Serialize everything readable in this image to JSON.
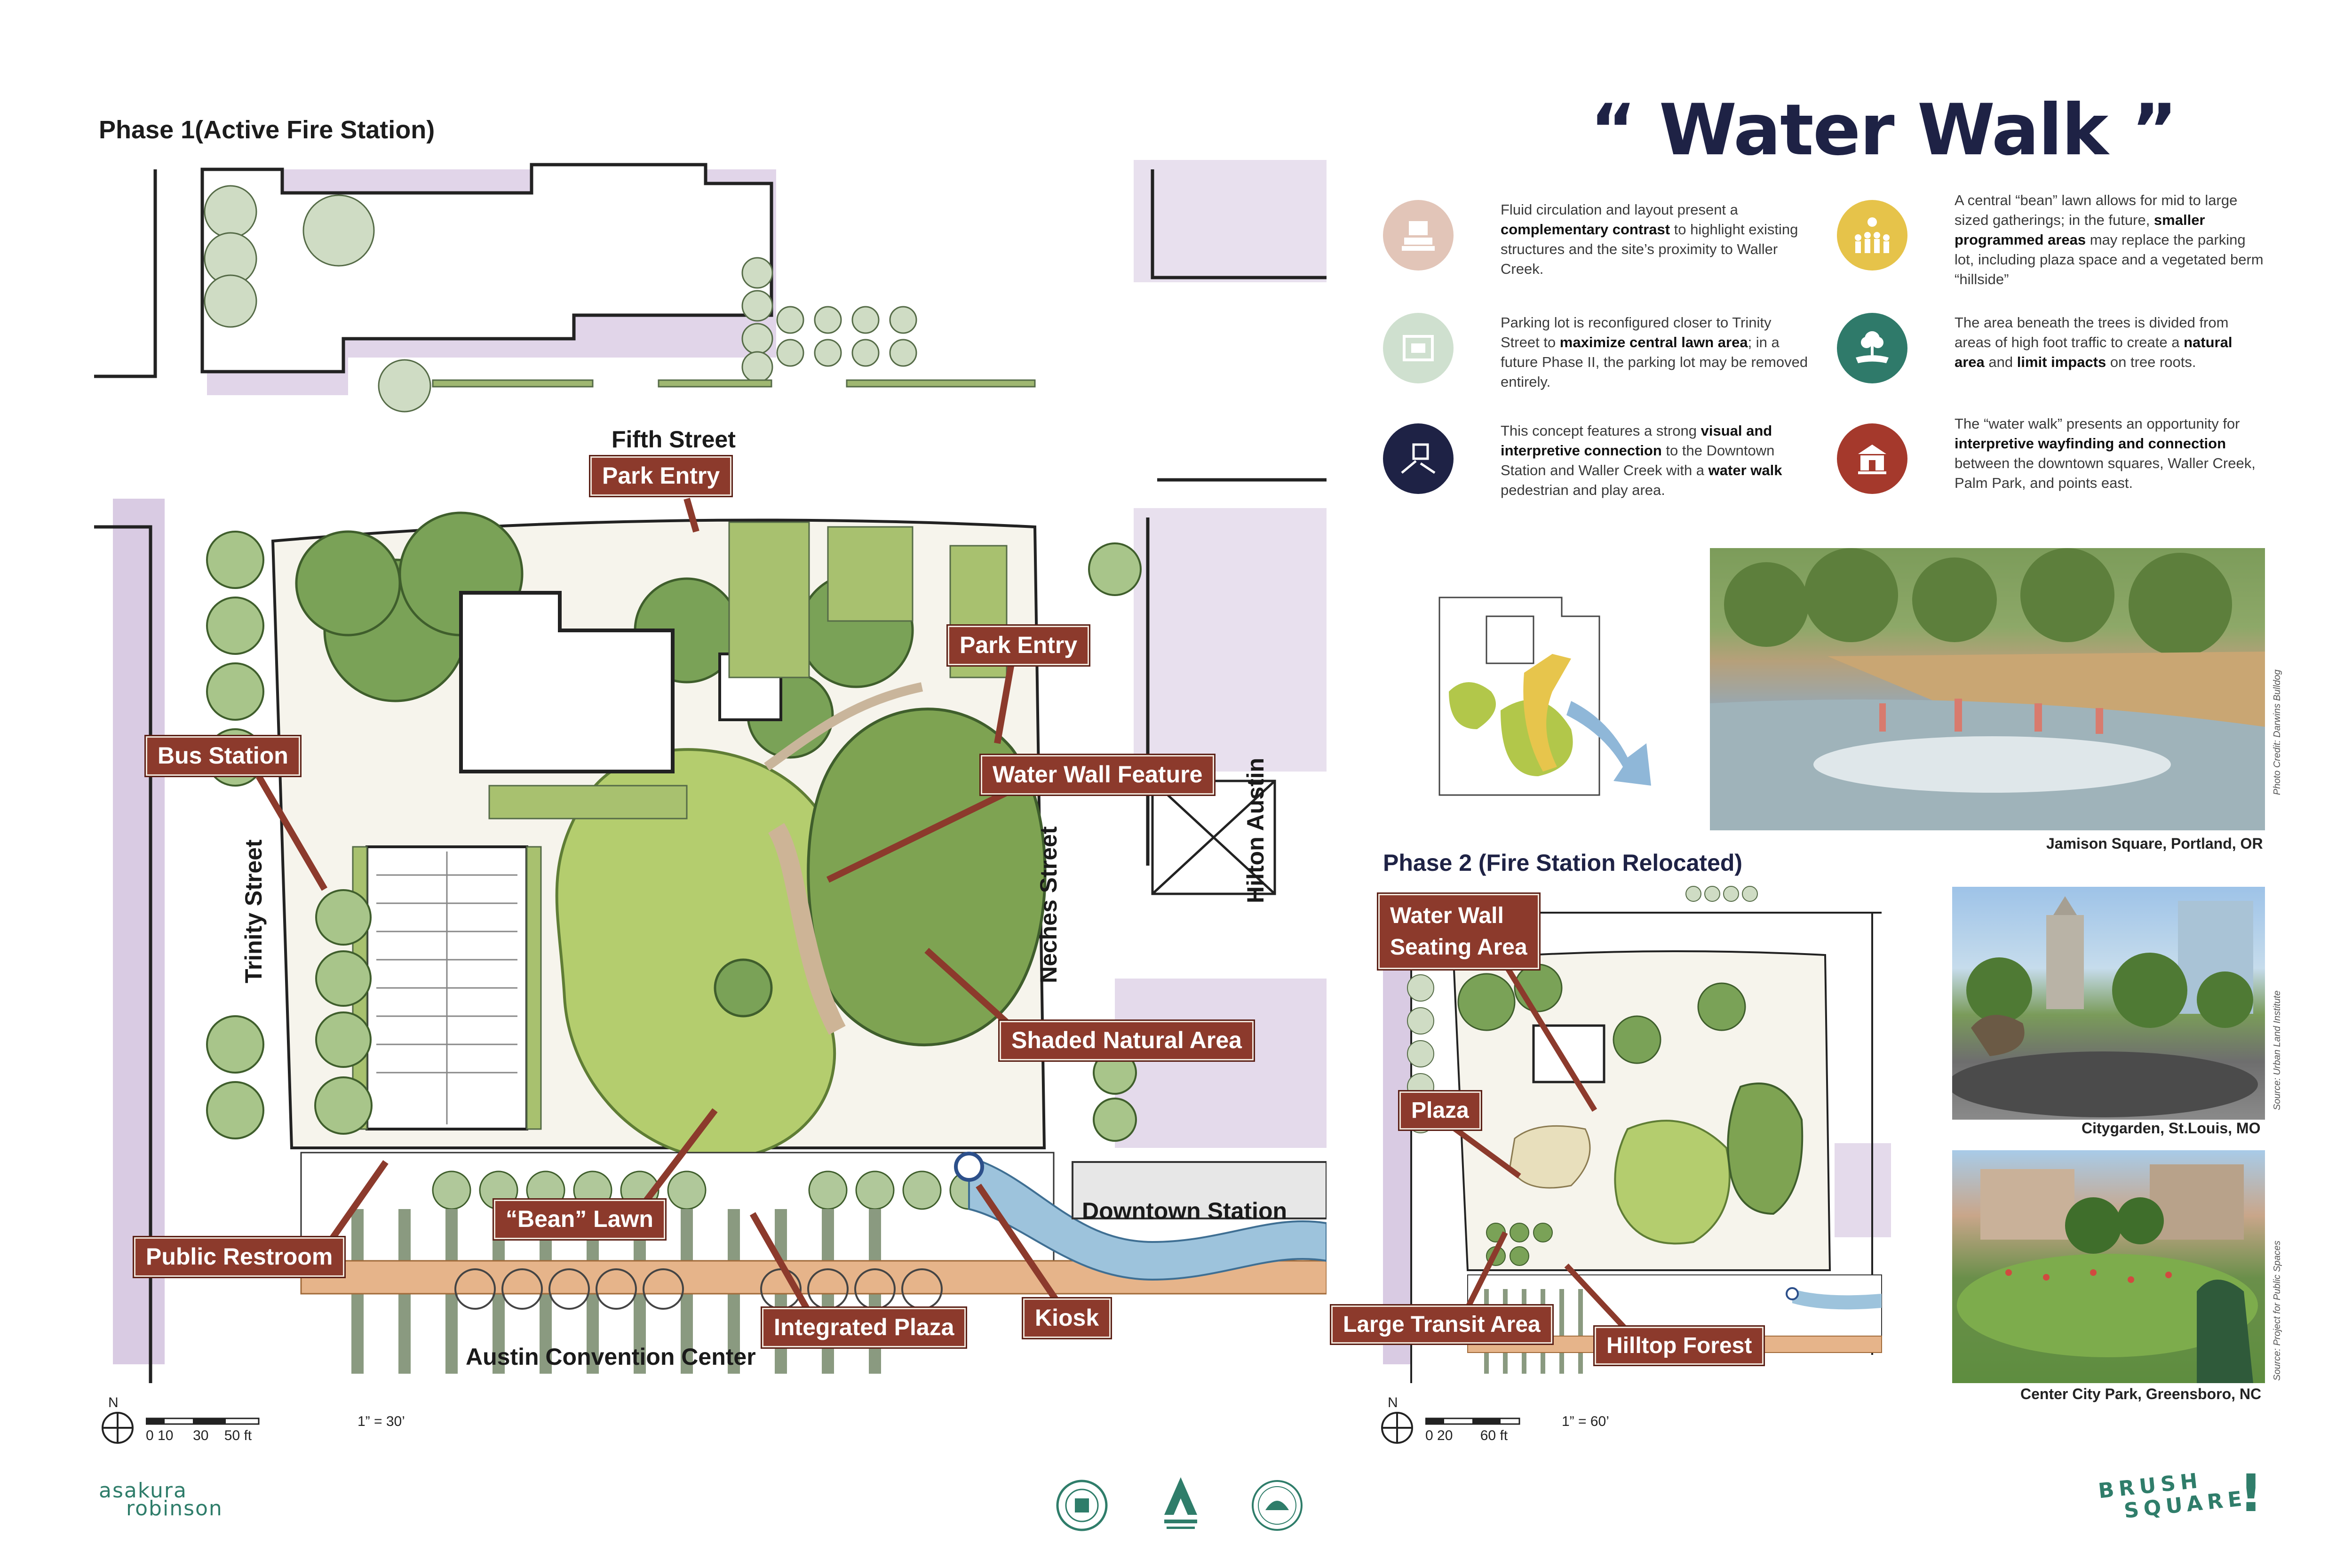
{
  "title": "“ Water Walk ”",
  "phase1": {
    "title": "Phase 1(Active Fire Station)",
    "streets": {
      "fifth": "Fifth Street",
      "trinity": "Trinity Street",
      "neches": "Neches Street",
      "hilton": "Hilton Austin",
      "convention": "Austin Convention Center"
    },
    "labels": {
      "park_entry_top": "Park Entry",
      "park_entry_right": "Park Entry",
      "bus_station": "Bus Station",
      "water_wall_feature": "Water Wall Feature",
      "shaded_natural_area": "Shaded Natural Area",
      "bean_lawn": "“Bean” Lawn",
      "public_restroom": "Public Restroom",
      "integrated_plaza": "Integrated Plaza",
      "kiosk": "Kiosk",
      "downtown_station": "Downtown Station"
    },
    "scale": {
      "north": "N",
      "ticks": "0 10     30    50 ft",
      "ratio": "1” = 30’"
    }
  },
  "phase2": {
    "title": "Phase 2 (Fire Station Relocated)",
    "labels": {
      "water_wall_seating_1": "Water Wall",
      "water_wall_seating_2": "Seating Area",
      "plaza": "Plaza",
      "large_transit_area": "Large Transit Area",
      "hilltop_forest": "Hilltop Forest"
    },
    "scale": {
      "north": "N",
      "ticks": "0 20       60 ft",
      "ratio": "1” = 60’"
    }
  },
  "features": [
    {
      "icon": "monument-icon",
      "color": "#e2c5b8",
      "segments": [
        [
          "Fluid circulation and layout present a ",
          false
        ],
        [
          "complementary contrast",
          true
        ],
        [
          " to highlight existing structures and the site’s proximity to Waller Creek.",
          false
        ]
      ]
    },
    {
      "icon": "crowd-icon",
      "color": "#e6c34a",
      "segments": [
        [
          "A central “bean” lawn allows for mid to large sized gatherings; in the future, ",
          false
        ],
        [
          "smaller programmed areas",
          true
        ],
        [
          " may replace the parking lot, including plaza space and a vegetated berm “hillside”",
          false
        ]
      ]
    },
    {
      "icon": "parking-icon",
      "color": "#cfe0cf",
      "segments": [
        [
          "Parking lot is reconfigured closer to Trinity Street to ",
          false
        ],
        [
          "maximize central lawn area",
          true
        ],
        [
          "; in a future Phase II, the parking lot may be removed entirely.",
          false
        ]
      ]
    },
    {
      "icon": "tree-hand-icon",
      "color": "#2f7a6a",
      "segments": [
        [
          "The area beneath the trees is divided from areas of high foot traffic to create a ",
          false
        ],
        [
          "natural area",
          true
        ],
        [
          " and ",
          false
        ],
        [
          "limit impacts",
          true
        ],
        [
          " on tree roots.",
          false
        ]
      ]
    },
    {
      "icon": "building-arrows-icon",
      "color": "#1e2245",
      "segments": [
        [
          "This concept features a strong ",
          false
        ],
        [
          "visual and interpretive connection",
          true
        ],
        [
          " to the Downtown Station and Waller Creek with a ",
          false
        ],
        [
          "water walk",
          true
        ],
        [
          " pedestrian and play area.",
          false
        ]
      ]
    },
    {
      "icon": "station-icon",
      "color": "#a5392c",
      "segments": [
        [
          "The “water walk” presents an opportunity for ",
          false
        ],
        [
          "interpretive wayfinding and connection",
          true
        ],
        [
          " between the downtown squares, Waller Creek, Palm Park, and points east.",
          false
        ]
      ]
    }
  ],
  "photos": [
    {
      "caption": "Jamison Square, Portland, OR",
      "credit": "Photo Credit: Darwins Bulldog"
    },
    {
      "caption": "Citygarden, St.Louis, MO",
      "credit": "Source: Urban Land Institute"
    },
    {
      "caption": "Center City Park, Greensboro, NC",
      "credit": "Source: Project for Public Spaces"
    }
  ],
  "logos": {
    "left_line1": "asakura",
    "left_line2": "robinson",
    "right_line1": "BRUSH",
    "right_line2": "SQUARE",
    "right_mark": "!"
  },
  "colors": {
    "label_bg": "#8c3a2c",
    "title": "#1e2245",
    "lawn": "#a9c46a",
    "tree": "#6f9a55",
    "shadow": "#c9b6d6",
    "water": "#8fb9d6",
    "path": "#e6b48a"
  }
}
